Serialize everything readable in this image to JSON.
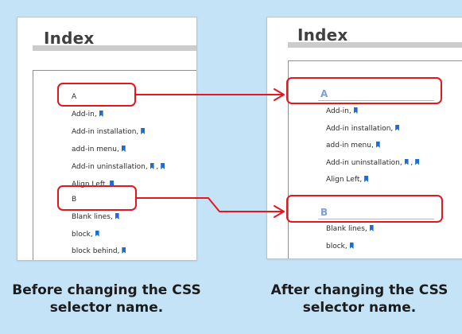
{
  "before": {
    "title": "Index",
    "letters": [
      "A",
      "B"
    ],
    "entries_a": [
      {
        "label": "Add-in, ",
        "bookmarks": 1
      },
      {
        "label": "Add-in installation, ",
        "bookmarks": 1
      },
      {
        "label": "add-in menu, ",
        "bookmarks": 1
      },
      {
        "label": "Add-in uninstallation, ",
        "bookmarks": 2
      },
      {
        "label": "Align Left, ",
        "bookmarks": 1
      }
    ],
    "entries_b": [
      {
        "label": "Blank lines, ",
        "bookmarks": 1
      },
      {
        "label": "block, ",
        "bookmarks": 1
      },
      {
        "label": "block behind, ",
        "bookmarks": 1
      }
    ],
    "caption": [
      "Before changing the CSS",
      "selector name."
    ]
  },
  "after": {
    "title": "Index",
    "letters": [
      "A",
      "B"
    ],
    "entries_a": [
      {
        "label": "Add-in, ",
        "bookmarks": 1
      },
      {
        "label": "Add-in installation, ",
        "bookmarks": 1
      },
      {
        "label": "add-in menu, ",
        "bookmarks": 1
      },
      {
        "label": "Add-in uninstallation, ",
        "bookmarks": 2
      },
      {
        "label": "Align Left, ",
        "bookmarks": 1
      }
    ],
    "entries_b": [
      {
        "label": "Blank lines, ",
        "bookmarks": 1
      },
      {
        "label": "block, ",
        "bookmarks": 1
      }
    ],
    "caption": [
      "After changing the CSS",
      "selector name."
    ]
  },
  "colors": {
    "background": "#c5e3f6",
    "highlight": "#e3171f",
    "bookmark": "#1f6dd1",
    "styled_letter": "#7fa0cb"
  },
  "icons": {
    "bookmark": "bookmark-icon",
    "arrow": "red-arrow"
  }
}
